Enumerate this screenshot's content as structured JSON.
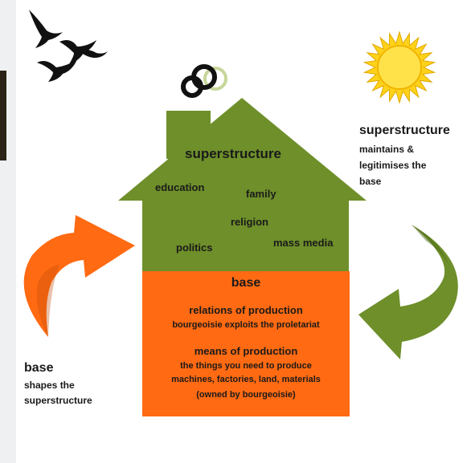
{
  "colors": {
    "green": "#6e8f2a",
    "orange": "#ff6a12",
    "sun": "#ffd21a",
    "text": "#1a1a1a"
  },
  "house": {
    "roof": {
      "title": "superstructure",
      "items": [
        "education",
        "family",
        "religion",
        "politics",
        "mass media"
      ]
    },
    "base": {
      "title": "base",
      "relations_heading": "relations of production",
      "relations_text": "bourgeoisie exploits the proletariat",
      "means_heading": "means of production",
      "means_line1": "the things you need to produce",
      "means_line2": "machines, factories, land, materials",
      "means_line3": "(owned by bourgeoisie)"
    }
  },
  "right_note": {
    "title": "superstructure",
    "line1": "maintains &",
    "line2": "legitimises the",
    "line3": "base"
  },
  "left_note": {
    "title": "base",
    "line1": "shapes the",
    "line2": "superstructure"
  },
  "icons": [
    "birds-icon",
    "smoke-icon",
    "sun-icon",
    "arrow-orange-icon",
    "arrow-green-icon"
  ]
}
